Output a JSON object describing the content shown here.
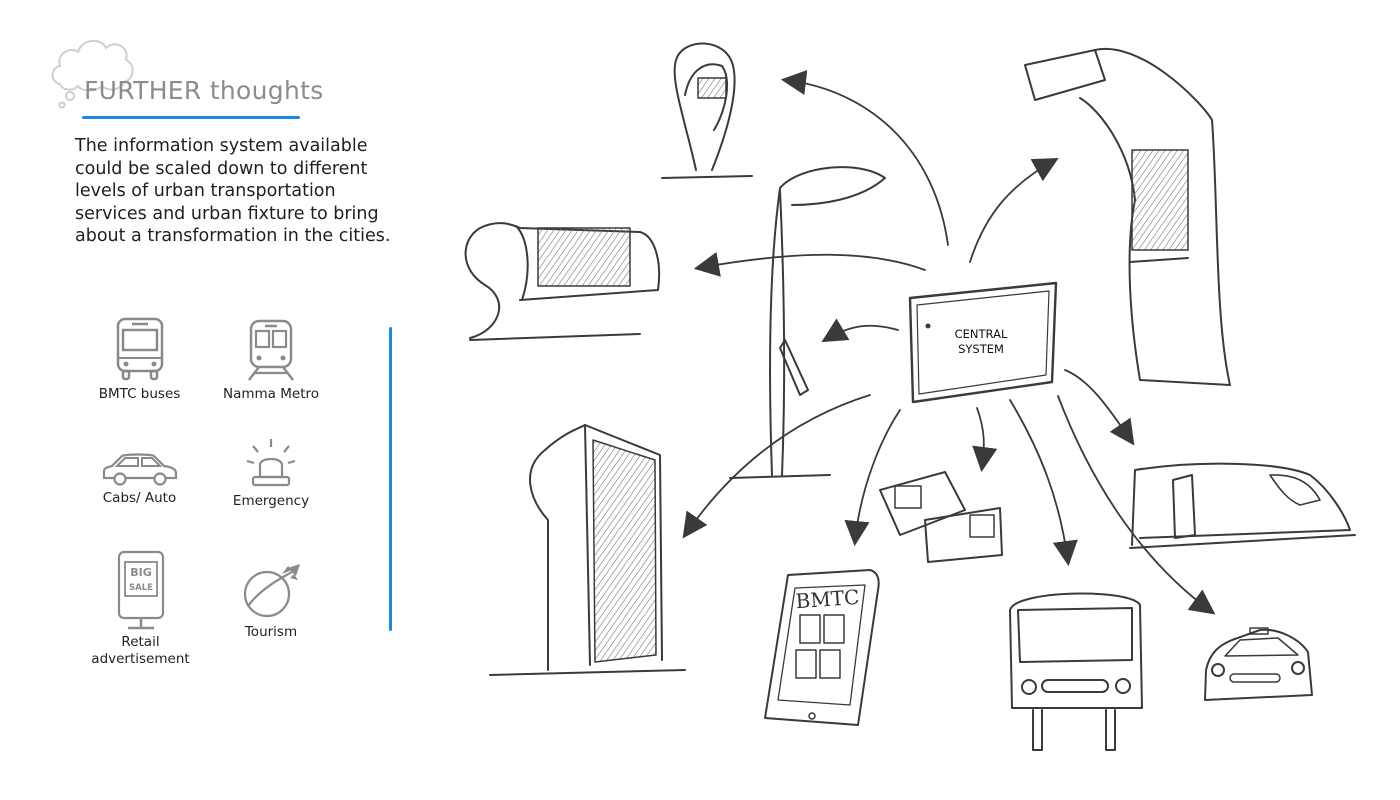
{
  "header": {
    "title": "FURTHER thoughts"
  },
  "intro": {
    "text": "The information system available could be scaled down to different levels of urban transportation services and urban fixture to bring about a transformation in the cities."
  },
  "categories": [
    {
      "label": "BMTC buses",
      "icon": "bus-icon"
    },
    {
      "label": "Namma Metro",
      "icon": "metro-train-icon"
    },
    {
      "label": "Cabs/ Auto",
      "icon": "car-icon"
    },
    {
      "label": "Emergency",
      "icon": "siren-icon"
    },
    {
      "label": "Retail advertisement",
      "icon": "billboard-icon",
      "billboard_text": [
        "BIG",
        "SALE"
      ]
    },
    {
      "label": "Tourism",
      "icon": "globe-plane-icon"
    }
  ],
  "diagram": {
    "center_label": [
      "CENTRAL",
      "SYSTEM"
    ],
    "phone_label": "BMTC"
  },
  "colors": {
    "accent": "#1e88e5",
    "sketch": "#3a3a3a",
    "icon": "#8a8a8a"
  }
}
